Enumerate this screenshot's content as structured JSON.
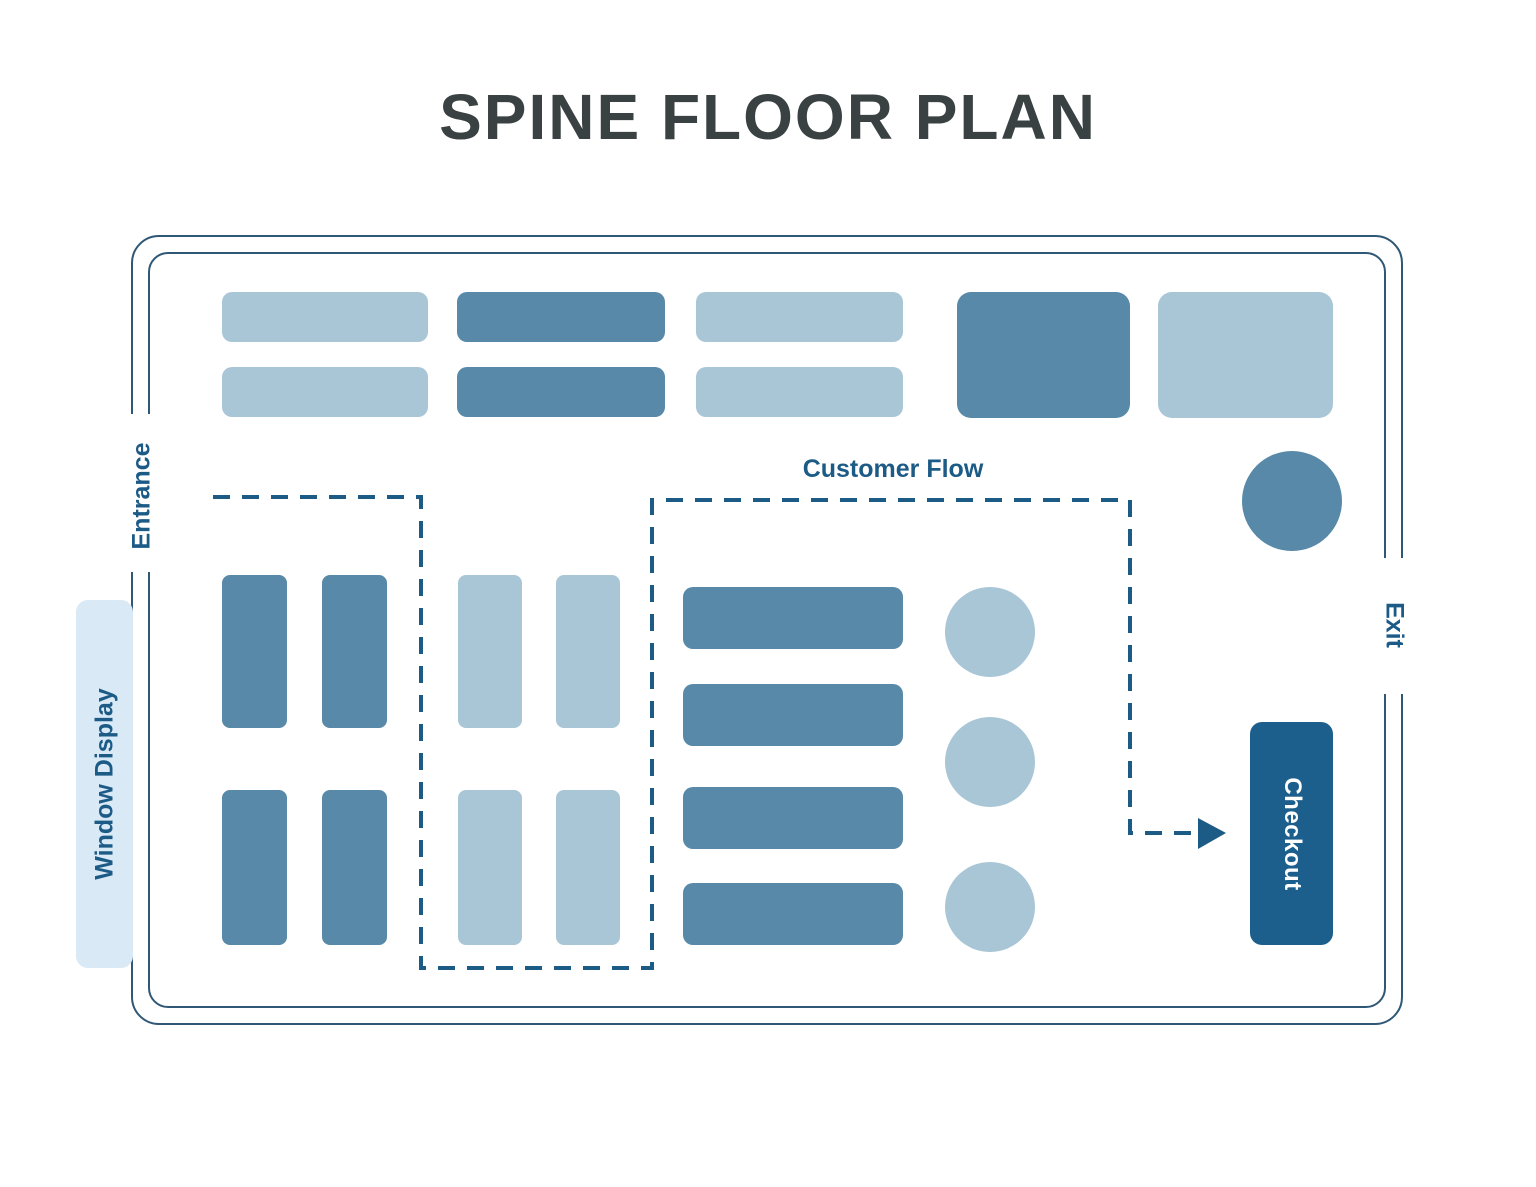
{
  "title": "SPINE FLOOR PLAN",
  "labels": {
    "entrance": "Entrance",
    "window_display": "Window Display",
    "customer_flow": "Customer Flow",
    "checkout": "Checkout",
    "exit": "Exit"
  },
  "icons": {
    "flow_arrow": "right-pointing-triangle-arrowhead"
  },
  "colors": {
    "background": "#ffffff",
    "title_text": "#3a4142",
    "label_text": "#1d5b87",
    "flow_line": "#1d5b87",
    "border": "#2f5876",
    "fixture_medium": "#5889a8",
    "fixture_light": "#a9c6d7",
    "window_display_bg": "#d9e9f6",
    "checkout_bg": "#1d5f8c",
    "checkout_text": "#ffffff"
  }
}
